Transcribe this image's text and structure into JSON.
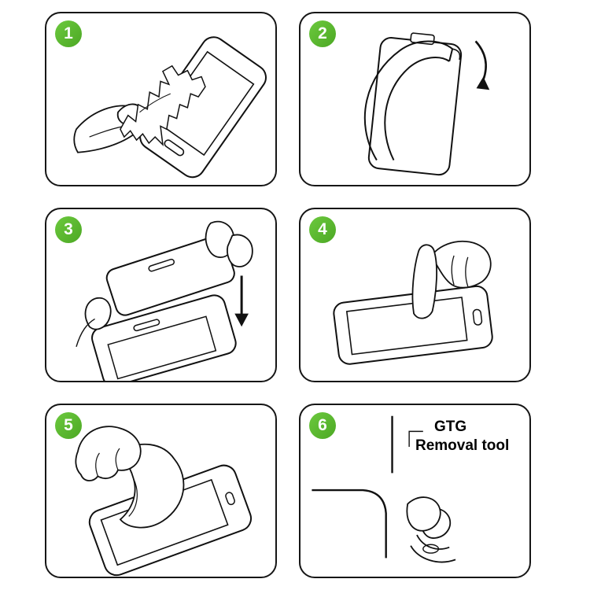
{
  "colors": {
    "step_badge_green": "#56b32e",
    "line_art_black": "#111111",
    "background": "#ffffff"
  },
  "steps": [
    {
      "number": "1",
      "icon": "clean-screen-with-cloth-icon"
    },
    {
      "number": "2",
      "icon": "peel-protective-film-icon"
    },
    {
      "number": "3",
      "icon": "align-glass-over-phone-icon"
    },
    {
      "number": "4",
      "icon": "press-screen-center-icon"
    },
    {
      "number": "5",
      "icon": "smooth-out-bubbles-icon"
    },
    {
      "number": "6",
      "icon": "corner-removal-tool-icon",
      "label_line1": "GTG",
      "label_line2": "Removal tool"
    }
  ]
}
